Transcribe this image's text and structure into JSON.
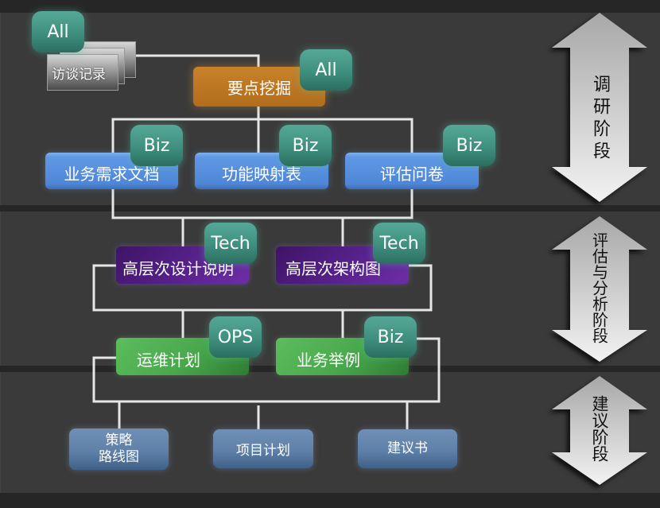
{
  "phases": [
    {
      "id": "research",
      "label": "调研阶段"
    },
    {
      "id": "assessment",
      "label": "评估与分析阶段"
    },
    {
      "id": "recommendation",
      "label": "建议阶段"
    }
  ],
  "nodes": {
    "interview_records": {
      "label": "访谈记录",
      "badge": "All"
    },
    "key_point_mining": {
      "label": "要点挖掘",
      "badge": "All"
    },
    "business_requirements_doc": {
      "label": "业务需求文档",
      "badge": "Biz"
    },
    "function_mapping_table": {
      "label": "功能映射表",
      "badge": "Biz"
    },
    "assessment_questionnaire": {
      "label": "评估问卷",
      "badge": "Biz"
    },
    "high_level_design_spec": {
      "label": "高层次设计说明",
      "badge": "Tech"
    },
    "high_level_architecture": {
      "label": "高层次架构图",
      "badge": "Tech"
    },
    "ops_plan": {
      "label": "运维计划",
      "badge": "OPS"
    },
    "business_examples": {
      "label": "业务举例",
      "badge": "Biz"
    },
    "strategy_roadmap": {
      "label_line1": "策略",
      "label_line2": "路线图"
    },
    "project_plan": {
      "label": "项目计划"
    },
    "proposal": {
      "label": "建议书"
    }
  },
  "colors": {
    "background": "#3a3a3a",
    "band_separator": "#262626",
    "connector": "#e6e6e6",
    "badge_teal": "#3f8f7e",
    "research_doc_blue": "#5f98e4",
    "mining_orange": "#b26d1c",
    "tech_purple": "#5a2390",
    "ops_green": "#49a84c",
    "deliverable_steel": "#5f80a8",
    "arrow_silver": "#d0d0d0"
  }
}
